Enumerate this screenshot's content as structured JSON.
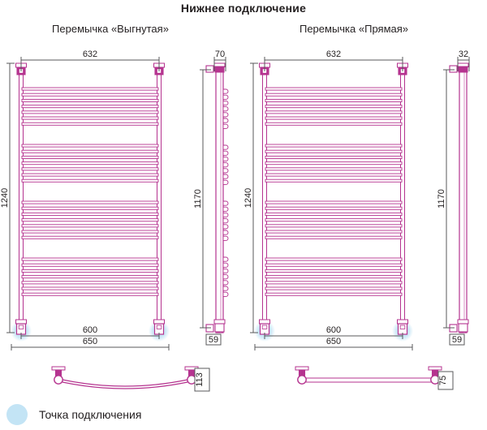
{
  "title": "Нижнее подключение",
  "variants": [
    {
      "id": "curved",
      "label": "Перемычка «Выгнутая»"
    },
    {
      "id": "straight",
      "label": "Перемычка «Прямая»"
    }
  ],
  "legend": {
    "marker": "connection-point-dot",
    "label": "Точка подключения"
  },
  "colors": {
    "line": "#b5338f",
    "line_light": "#d98cc4",
    "dimension": "#58595b",
    "text": "#231f20",
    "connection_highlight": "#c3e4f5"
  },
  "drawings": {
    "front_left": {
      "name": "Перемычка «Выгнутая» — фронтальный вид",
      "width_mm": "632",
      "height_mm": "1240",
      "bottom_inner_mm": "600",
      "bottom_outer_mm": "650"
    },
    "side_left": {
      "name": "Перемычка «Выгнутая» — боковой вид",
      "depth_mm": "70",
      "height_mm": "1170",
      "bottom_mm": "59"
    },
    "front_right": {
      "name": "Перемычка «Прямая» — фронтальный вид",
      "width_mm": "632",
      "height_mm": "1240",
      "bottom_inner_mm": "600",
      "bottom_outer_mm": "650"
    },
    "side_right": {
      "name": "Перемычка «Прямая» — боковой вид",
      "depth_mm": "32",
      "height_mm": "1170",
      "bottom_mm": "59"
    },
    "detail_left": {
      "name": "Перемычка «Выгнутая» — вид снизу",
      "offset_mm": "113"
    },
    "detail_right": {
      "name": "Перемычка «Прямая» — вид снизу",
      "offset_mm": "75"
    }
  },
  "rungs": {
    "groups": 4,
    "per_group": 7
  }
}
